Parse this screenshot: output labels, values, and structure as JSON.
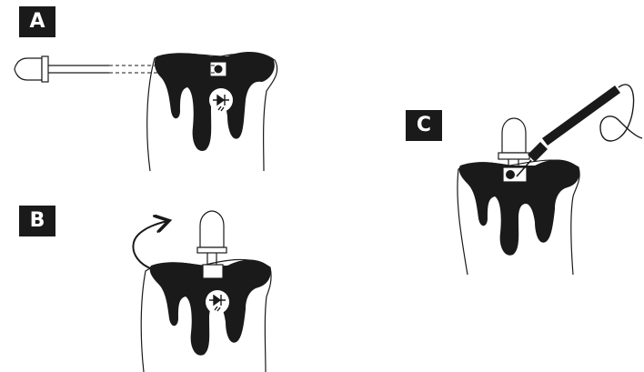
{
  "steps": [
    {
      "label": "A"
    },
    {
      "label": "B"
    },
    {
      "label": "C"
    }
  ],
  "colors": {
    "ink": "#1a1a1a",
    "paper": "#ffffff",
    "badge_bg": "#1a1a1a",
    "badge_text": "#ffffff"
  },
  "icons": [
    "led-icon",
    "probe-icon",
    "rotate-arrow-icon",
    "diode-symbol-icon"
  ]
}
